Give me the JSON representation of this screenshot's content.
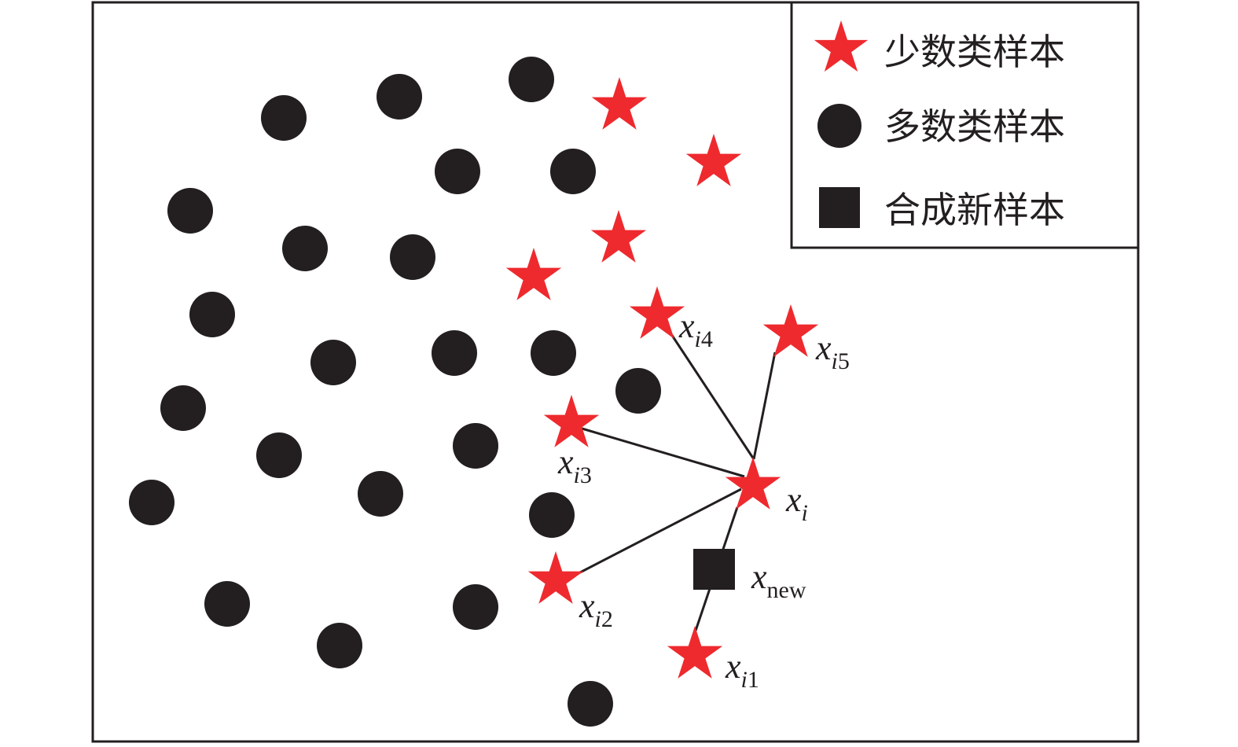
{
  "colors": {
    "minority": "#ee2a2e",
    "majority": "#231f20",
    "synthetic": "#231f20",
    "frame": "#231f20",
    "background": "#ffffff"
  },
  "legend": {
    "items": [
      {
        "marker": "star-icon",
        "label": "少数类样本"
      },
      {
        "marker": "circle-icon",
        "label": "多数类样本"
      },
      {
        "marker": "square-icon",
        "label": "合成新样本"
      }
    ]
  },
  "labels": {
    "xi": {
      "base": "x",
      "sub": "i"
    },
    "xi1": {
      "base": "x",
      "sub": "i",
      "subtail": "1"
    },
    "xi2": {
      "base": "x",
      "sub": "i",
      "subtail": "2"
    },
    "xi3": {
      "base": "x",
      "sub": "i",
      "subtail": "3"
    },
    "xi4": {
      "base": "x",
      "sub": "i",
      "subtail": "4"
    },
    "xi5": {
      "base": "x",
      "sub": "i",
      "subtail": "5"
    },
    "xnew": {
      "base": "x",
      "sub": "new"
    }
  }
}
